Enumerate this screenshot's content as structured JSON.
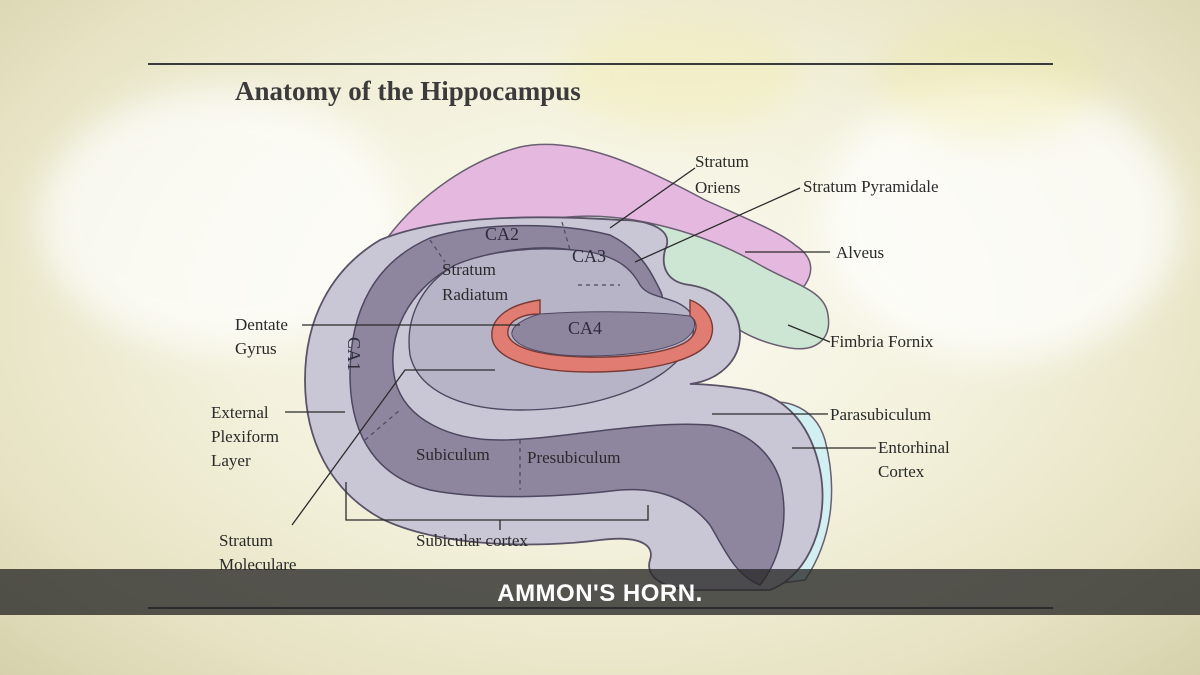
{
  "title": "Anatomy of the Hippocampus",
  "labels": {
    "stratum_oriens": [
      "Stratum",
      "Oriens"
    ],
    "stratum_pyramidale": "Stratum Pyramidale",
    "alveus": "Alveus",
    "fimbria_fornix": "Fimbria Fornix",
    "parasubiculum": "Parasubiculum",
    "entorhinal_cortex": [
      "Entorhinal",
      "Cortex"
    ],
    "dentate_gyrus": [
      "Dentate",
      "Gyrus"
    ],
    "external_plexiform_layer": [
      "External",
      "Plexiform",
      "Layer"
    ],
    "stratum_moleculare": [
      "Stratum",
      "Moleculare"
    ],
    "subicular_cortex": "Subicular cortex",
    "stratum_radiatum": [
      "Stratum",
      "Radiatum"
    ],
    "ca1": "CA1",
    "ca2": "CA2",
    "ca3": "CA3",
    "ca4": "CA4",
    "subiculum": "Subiculum",
    "presubiculum": "Presubiculum"
  },
  "subtitle": "AMMON'S HORN.",
  "colors": {
    "outer_gray": "#c9c7d6",
    "band_purple": "#8e869f",
    "inner_lavender": "#b8b4c8",
    "alveus_pink": "#e5b8e0",
    "fimbria_green": "#cde6d3",
    "entorhinal_cyan": "#d2f0f1",
    "dentate_red": "#e07c71"
  }
}
